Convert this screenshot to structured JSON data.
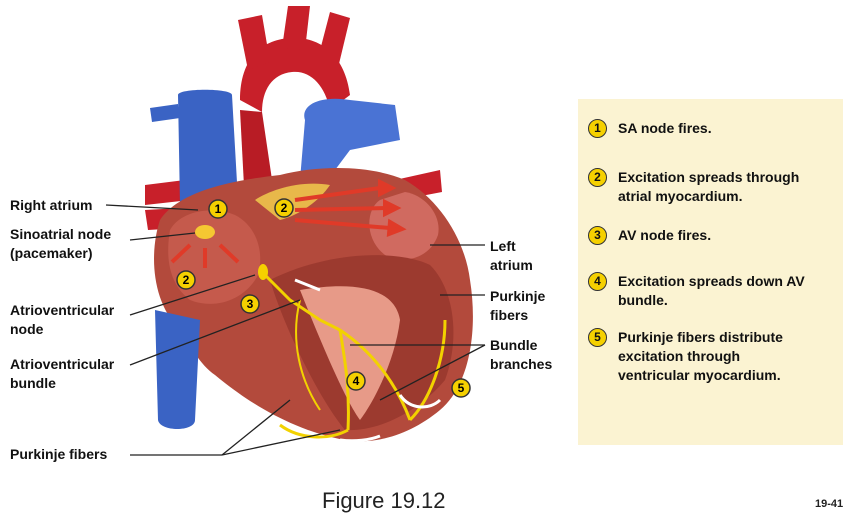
{
  "labels": {
    "right_atrium": "Right atrium",
    "sa_node": [
      "Sinoatrial node",
      "(pacemaker)"
    ],
    "av_node": [
      "Atrioventricular",
      "node"
    ],
    "av_bundle": [
      "Atrioventricular",
      "bundle"
    ],
    "purkinje_left": "Purkinje fibers",
    "left_atrium": [
      "Left",
      "atrium"
    ],
    "purkinje_right": [
      "Purkinje",
      "fibers"
    ],
    "bundle_branches": [
      "Bundle",
      "branches"
    ]
  },
  "markers": [
    "1",
    "2",
    "2",
    "3",
    "4",
    "5"
  ],
  "legend": {
    "steps": [
      {
        "num": "1",
        "lines": [
          "SA node fires."
        ]
      },
      {
        "num": "2",
        "lines": [
          "Excitation spreads through",
          "atrial myocardium."
        ]
      },
      {
        "num": "3",
        "lines": [
          "AV node fires."
        ]
      },
      {
        "num": "4",
        "lines": [
          "Excitation spreads down AV",
          "bundle."
        ]
      },
      {
        "num": "5",
        "lines": [
          "Purkinje fibers distribute",
          "excitation through",
          "ventricular myocardium."
        ]
      }
    ]
  },
  "caption": "Figure 19.12",
  "page_number": "19-41",
  "colors": {
    "panel": "#fbf3d2",
    "marker_fill": "#f5d000",
    "artery": "#c8202a",
    "vein": "#3a63c4",
    "conduction": "#f2d200"
  }
}
